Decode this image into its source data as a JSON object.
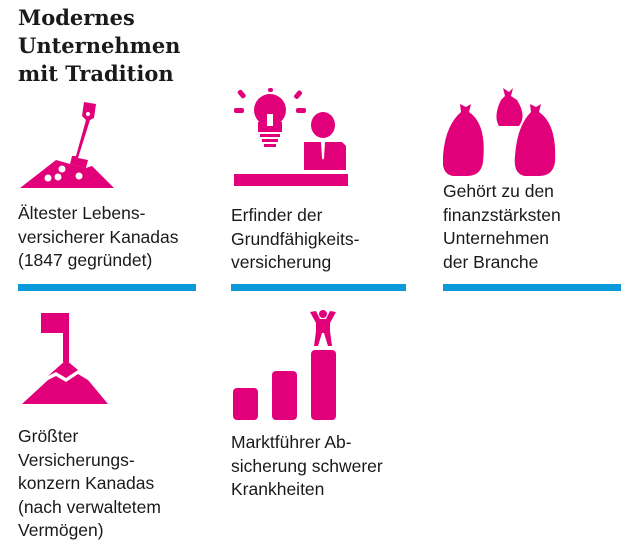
{
  "title": {
    "lines": [
      "Modernes",
      "Unternehmen",
      "mit Tradition"
    ]
  },
  "colors": {
    "accent": "#e2007a",
    "divider": "#0a9ad9"
  },
  "facts": [
    {
      "icon": "shovel-pile-icon",
      "lines": [
        "Ältester Lebens-",
        "versicherer Kanadas",
        "(1847 gegründet)"
      ]
    },
    {
      "icon": "idea-person-icon",
      "lines": [
        "Erfinder der",
        "Grundfähigkeits-",
        "versicherung"
      ]
    },
    {
      "icon": "money-bags-icon",
      "lines": [
        "Gehört zu den",
        "finanzstärksten",
        "Unternehmen",
        "der Branche"
      ]
    },
    {
      "icon": "mountain-flag-icon",
      "lines": [
        "Größter",
        "Versicherungs-",
        "konzern Kanadas",
        "(nach verwaltetem",
        "Vermögen)"
      ]
    },
    {
      "icon": "bar-growth-icon",
      "lines": [
        "Marktführer Ab-",
        "sicherung schwerer",
        "Krankheiten"
      ]
    }
  ]
}
